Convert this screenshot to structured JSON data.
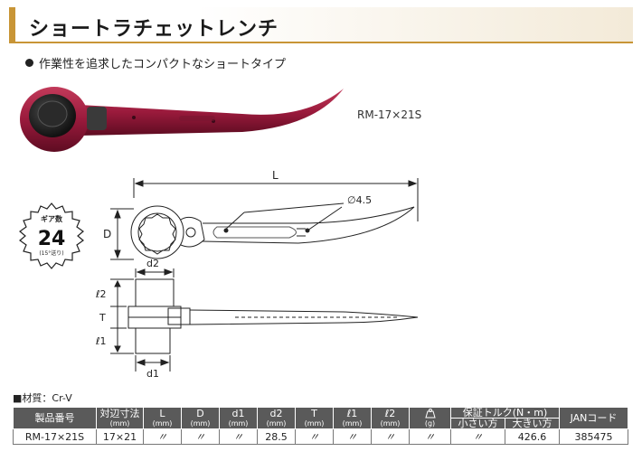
{
  "title": "ショートラチェットレンチ",
  "feature_text": "作業性を追求したコンパクトなショートタイプ",
  "model_label": "RM-17×21S",
  "drawing": {
    "L": "L",
    "D": "D",
    "hole": "∅4.5",
    "d2": "d2",
    "d1": "d1",
    "l2": "ℓ2",
    "T": "T",
    "l1": "ℓ1"
  },
  "gear_badge": {
    "label": "ギア数",
    "number": "24",
    "sub": "(15°送り)"
  },
  "material": "■材質：Cr-V",
  "table": {
    "headers": {
      "product": "製品番号",
      "size": "対辺寸法",
      "size_unit": "(mm)",
      "L": "L",
      "D": "D",
      "d1": "d1",
      "d2": "d2",
      "T": "T",
      "l1": "ℓ1",
      "l2": "ℓ2",
      "unit_mm": "(mm)",
      "weight_unit": "(g)",
      "torque": "保証トルク(N・m)",
      "small": "小さい方",
      "large": "大きい方",
      "jan": "JANコード"
    },
    "row": {
      "product": "RM-17×21S",
      "size": "17×21",
      "L": "〃",
      "D": "〃",
      "d1": "〃",
      "d2": "28.5",
      "T": "〃",
      "l1": "〃",
      "l2": "〃",
      "weight": "〃",
      "small": "〃",
      "large": "426.6",
      "jan": "385475"
    }
  },
  "colors": {
    "accent": "#c89536",
    "wrench": "#9a1a3c",
    "header_bg": "#5a5a5a"
  }
}
